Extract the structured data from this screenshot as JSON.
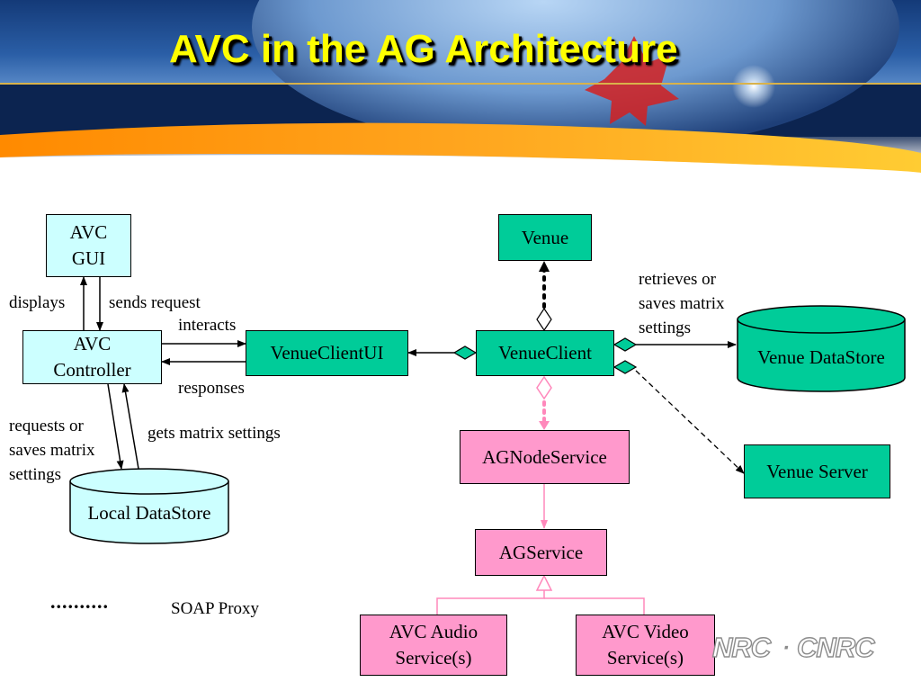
{
  "slide": {
    "title": "AVC in the AG Architecture"
  },
  "nodes": {
    "avc_gui": "AVC\nGUI",
    "avc_controller": "AVC\nController",
    "local_datastore": "Local DataStore",
    "venue_client_ui": "VenueClientUI",
    "venue_client": "VenueClient",
    "venue": "Venue",
    "venue_datastore": "Venue DataStore",
    "venue_server": "Venue Server",
    "ag_node_service": "AGNodeService",
    "ag_service": "AGService",
    "avc_audio_service": "AVC Audio\nService(s)",
    "avc_video_service": "AVC Video\nService(s)"
  },
  "edge_labels": {
    "displays": "displays",
    "sends_request": "sends request",
    "interacts": "interacts",
    "responses": "responses",
    "requests_or_saves": "requests or\nsaves matrix\nsettings",
    "gets_matrix": "gets matrix settings",
    "retrieves_or_saves": "retrieves or\nsaves matrix\nsettings"
  },
  "legend": {
    "dots": "..........",
    "soap_proxy": "SOAP Proxy"
  },
  "logo": {
    "text": "NRC · CNRC"
  },
  "colors": {
    "cyan": "#ccffff",
    "green": "#00cc99",
    "pink": "#ff99cc",
    "pink_line": "#ff88bb",
    "title": "#ffff00"
  }
}
